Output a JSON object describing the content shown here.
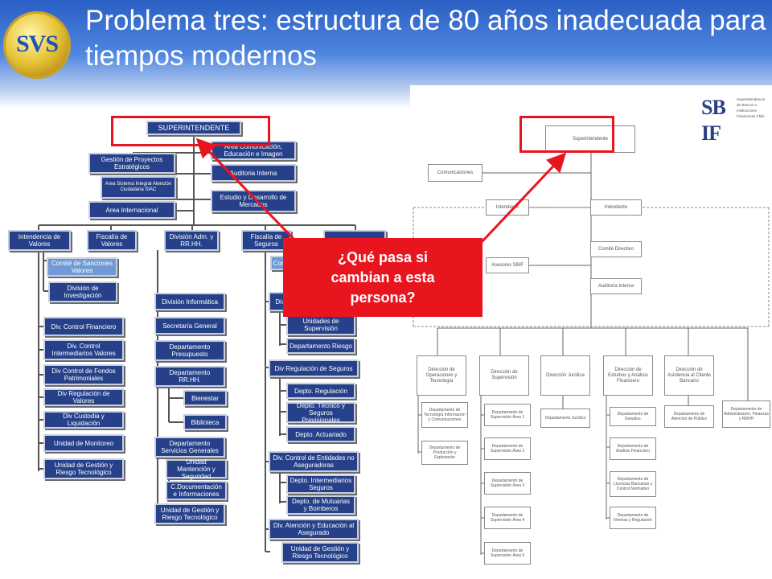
{
  "title": "Problema tres: estructura de 80 años inadecuada para tiempos modernos",
  "logo": {
    "text": "SVS"
  },
  "callout": {
    "text": "¿Qué pasa si cambian a esta persona?"
  },
  "svs_chart": {
    "superintendente": "SUPERINTENDENTE",
    "gestion": "Gestión de Proyectos Estratégicos",
    "siac": "Area Sistema Integral Atención Ciudadana SIAC",
    "internacional": "Area Internacional",
    "comunicacion": "Area Comunicación, Educación e Imagen",
    "auditoria": "Auditoria Interna",
    "estudio": "Estudio y Desarrollo de Mercados",
    "int_valores": "Intendencia de Valores",
    "fisc_valores": "Fiscalía de Valores",
    "div_adm": "División Adm. y RR.HH.",
    "fisc_seguros": "Fiscalía de Seguros",
    "intendencia": "Intendencia",
    "comite": "Comité de Sanciones Valores",
    "div_investigacion": "División de Investigación",
    "div_ctrl_fin": "Div. Control Financiero",
    "div_ctrl_inter": "Div. Control Intermediarios Valores",
    "div_ctrl_fondos": "Div Control de Fondos Patrimoniales",
    "div_reg_valores": "Div Regulación de Valores",
    "div_custodia": "Div Custodia y Liquidación",
    "monitoreo": "Unidad de Monitoreo",
    "gestion_riesgo_1": "Unidad de Gestión y Riesgo Tecnológico",
    "div_informatica": "División Informática",
    "secretaria": "Secretaría General",
    "presupuesto": "Departamento Presupuesto",
    "rrhh": "Departamento RR.HH.",
    "bienestar": "Bienestar",
    "biblioteca": "Biblioteca",
    "servicios": "Departamento Servicios Generales",
    "mantencion": "Unidad Mantención y Seguridad",
    "documentacion": "C.Documentación e Informaciones",
    "gestion_riesgo_2": "Unidad de Gestión y Riesgo Tecnológico",
    "comite_partial": "Comi",
    "div_partial": "Div.",
    "unidades": "Unidades de Supervisión",
    "depto_riesgo": "Departamento Riesgo",
    "div_reg_seguros": "Div Regulación de Seguros",
    "depto_regulacion": "Depto. Regulación",
    "depto_tecnico": "Depto. Técnico y Seguros Previsionales",
    "depto_actuariado": "Depto. Actuariado",
    "div_ctrl_aseg": "Div. Control de Entidades no Aseguradoras",
    "depto_intermediarios": "Depto. Intermediarios Seguros",
    "depto_mutuarias": "Depto. de Mutuarias y Bomberos",
    "div_atencion": "Div. Atención y Educación al Asegurado",
    "gestion_riesgo_3": "Unidad de Gestión y Riesgo Tecnológico"
  },
  "sbif_chart": {
    "logo_letters": "SB IF",
    "logo_text": "Superintendencia de Bancos e Instituciones Financieras Chile",
    "superintendente": "Superintendente",
    "comunicaciones": "Comunicaciones",
    "intendente_1": "Intendente",
    "intendente_2": "Intendente",
    "comite": "Comité Directivo",
    "asesores": "Asesores SBIF",
    "auditoria": "Auditoría Interna",
    "dir_operaciones": "Dirección de Operaciones y Tecnología",
    "dir_supervision": "Dirección de Supervisión",
    "dir_juridica": "Dirección Jurídica",
    "dir_estudios": "Dirección de Estudios y Análisis Financiero",
    "dir_asistencia": "Dirección de Asistencia al Cliente Bancario",
    "depto_tecnologia": "Departamento de Tecnología Información y Comunicaciones",
    "depto_produccion": "Departamento de Producción y Explotación",
    "sup_1": "Departamento de Supervisión Área 1",
    "sup_2": "Departamento de Supervisión Área 2",
    "sup_3": "Departamento de Supervisión Área 3",
    "sup_4": "Departamento de Supervisión Área 4",
    "sup_5": "Departamento de Supervisión Área 5",
    "depto_juridico": "Departamento Jurídico",
    "depto_estudios": "Departamento de Estudios",
    "depto_analisis": "Departamento de Análisis Financiero",
    "depto_licencias": "Departamento de Licencias Bancarias y Control Normativo",
    "depto_normas": "Departamento de Normas y Regulación",
    "depto_atencion": "Departamento de Atención de Público",
    "depto_admin": "Departamento de Administración, Finanzas y RRHH"
  },
  "colors": {
    "accent_red": "#e8141e",
    "box_blue": "#26418a",
    "header_blue": "#2a5fc4"
  }
}
